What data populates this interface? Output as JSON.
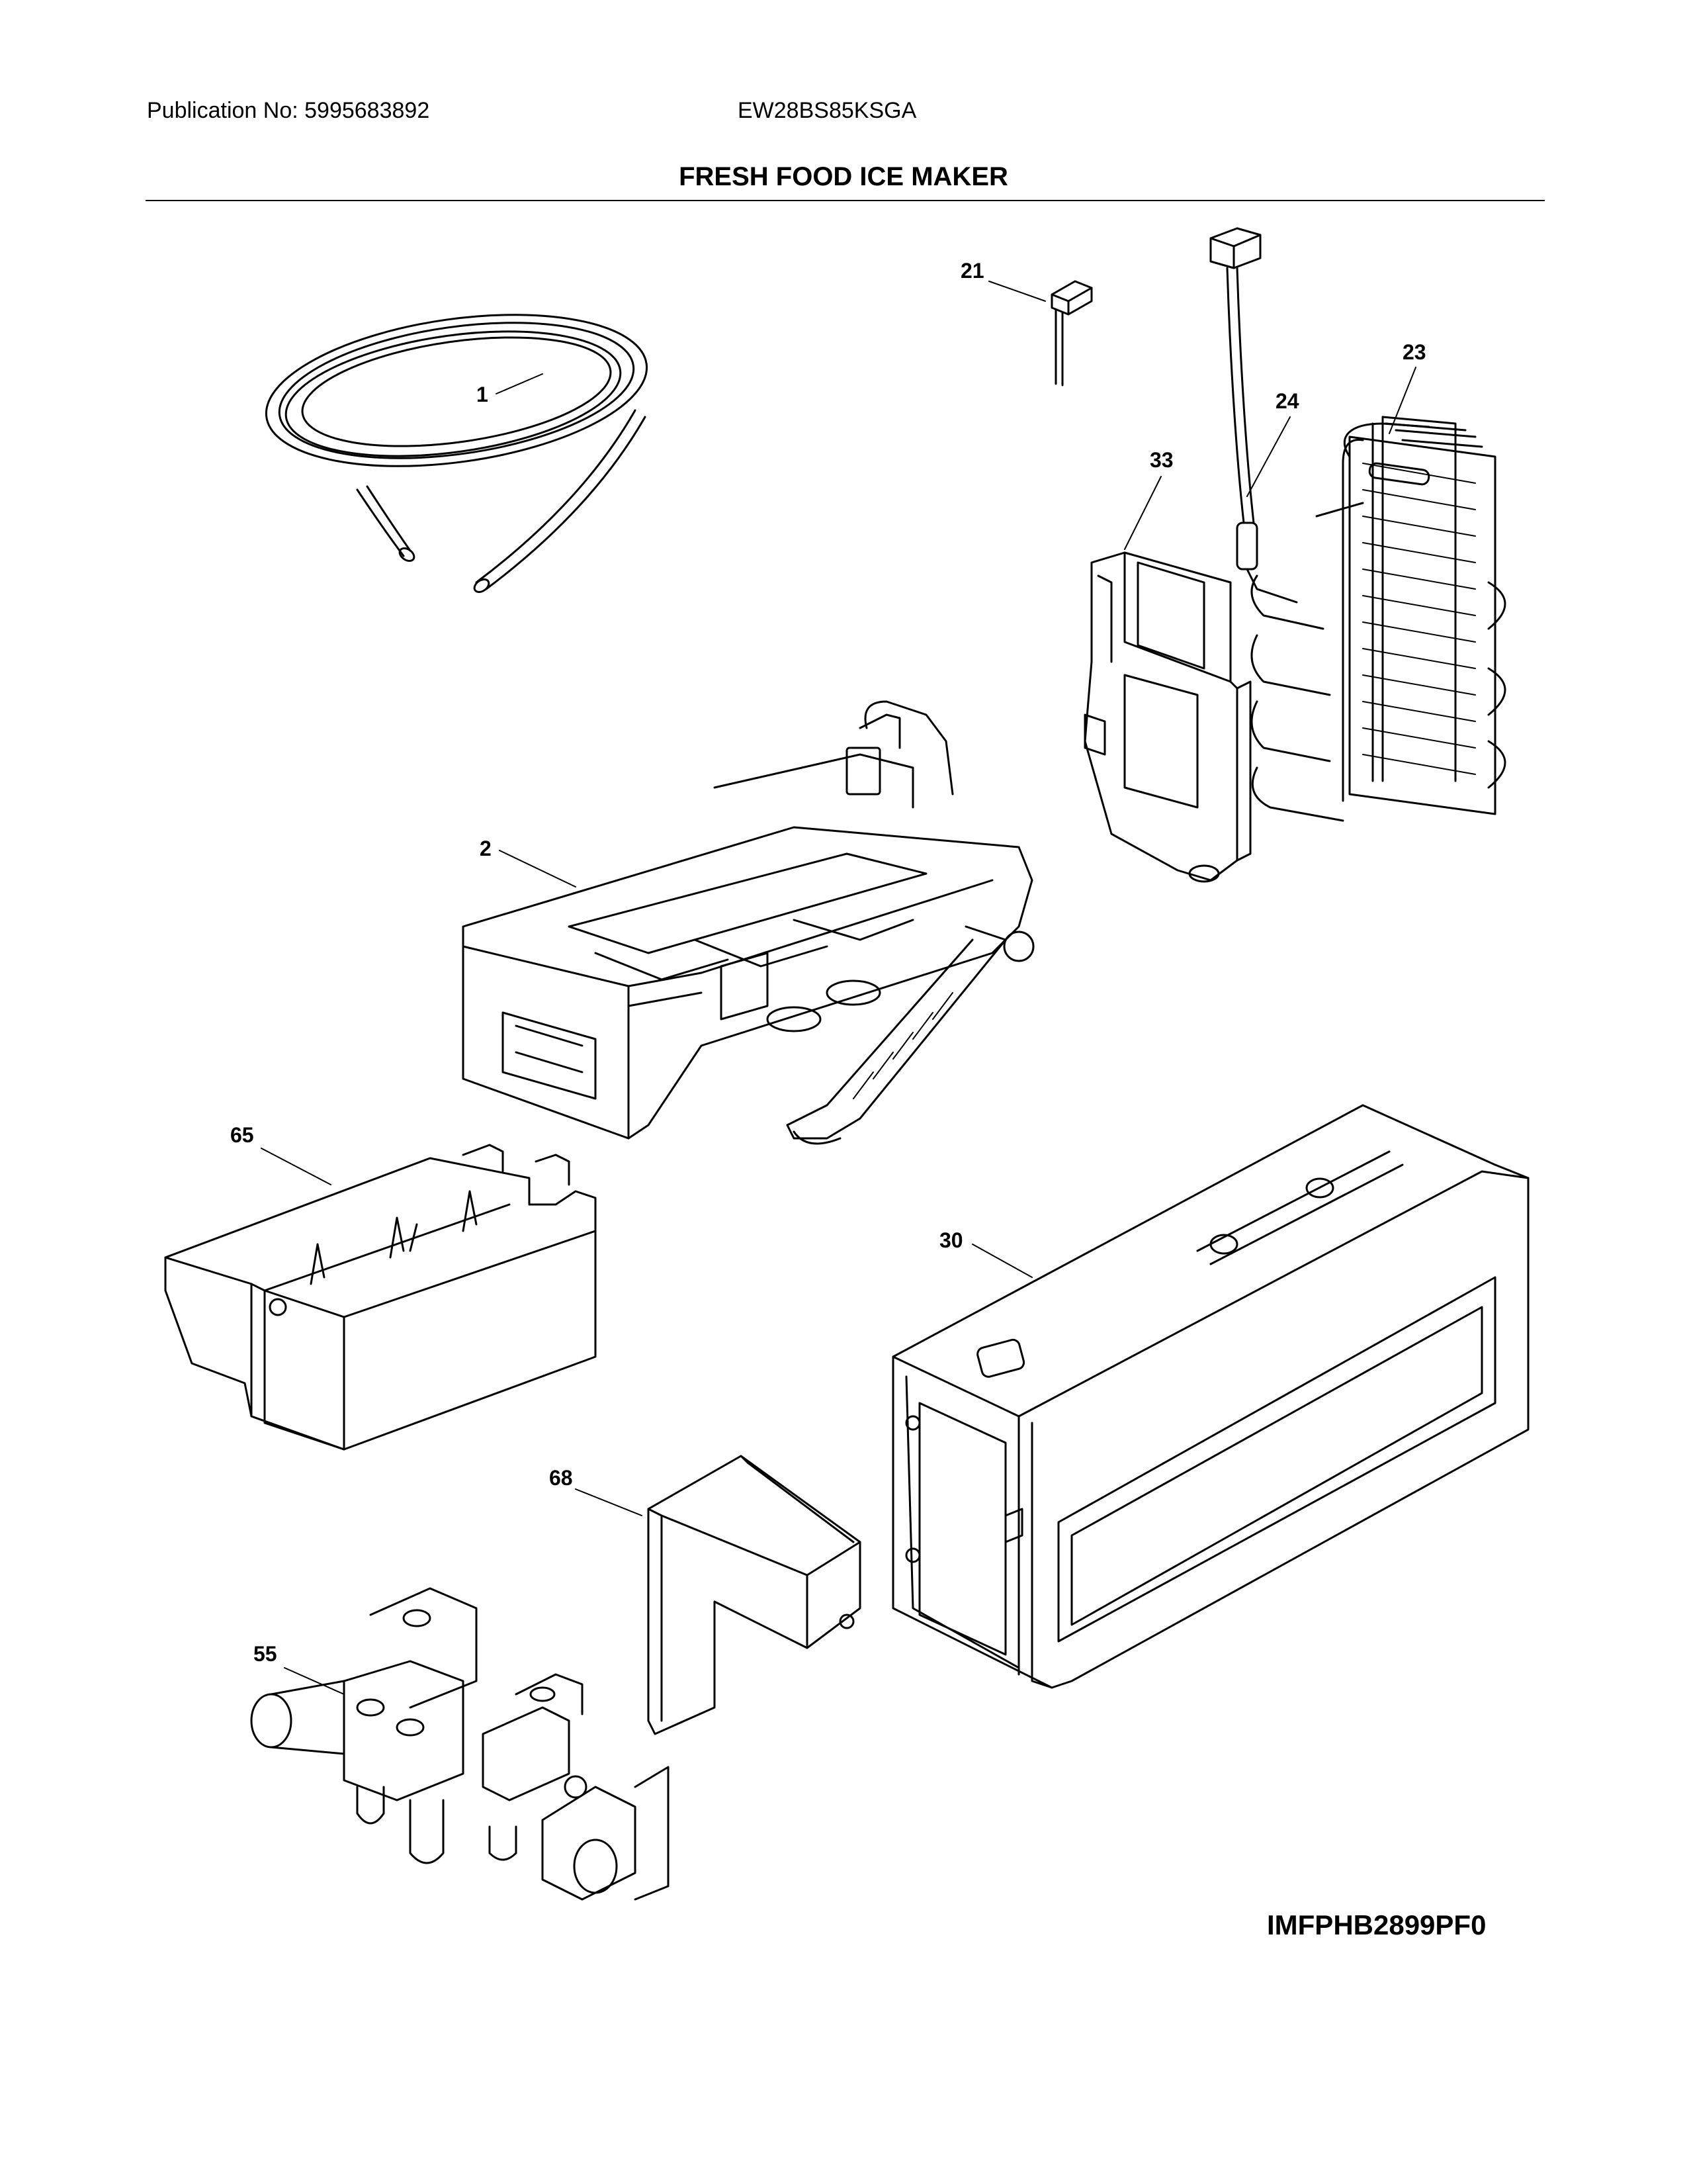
{
  "header": {
    "publication": "Publication No: 5995683892",
    "model": "EW28BS85KSGA"
  },
  "title": "FRESH FOOD ICE MAKER",
  "image_code": "IMFPHB2899PF0",
  "callouts": [
    {
      "id": "c1",
      "label": "1"
    },
    {
      "id": "c2",
      "label": "2"
    },
    {
      "id": "c21",
      "label": "21"
    },
    {
      "id": "c23",
      "label": "23"
    },
    {
      "id": "c24",
      "label": "24"
    },
    {
      "id": "c30",
      "label": "30"
    },
    {
      "id": "c33",
      "label": "33"
    },
    {
      "id": "c55",
      "label": "55"
    },
    {
      "id": "c65",
      "label": "65"
    },
    {
      "id": "c68",
      "label": "68"
    }
  ]
}
